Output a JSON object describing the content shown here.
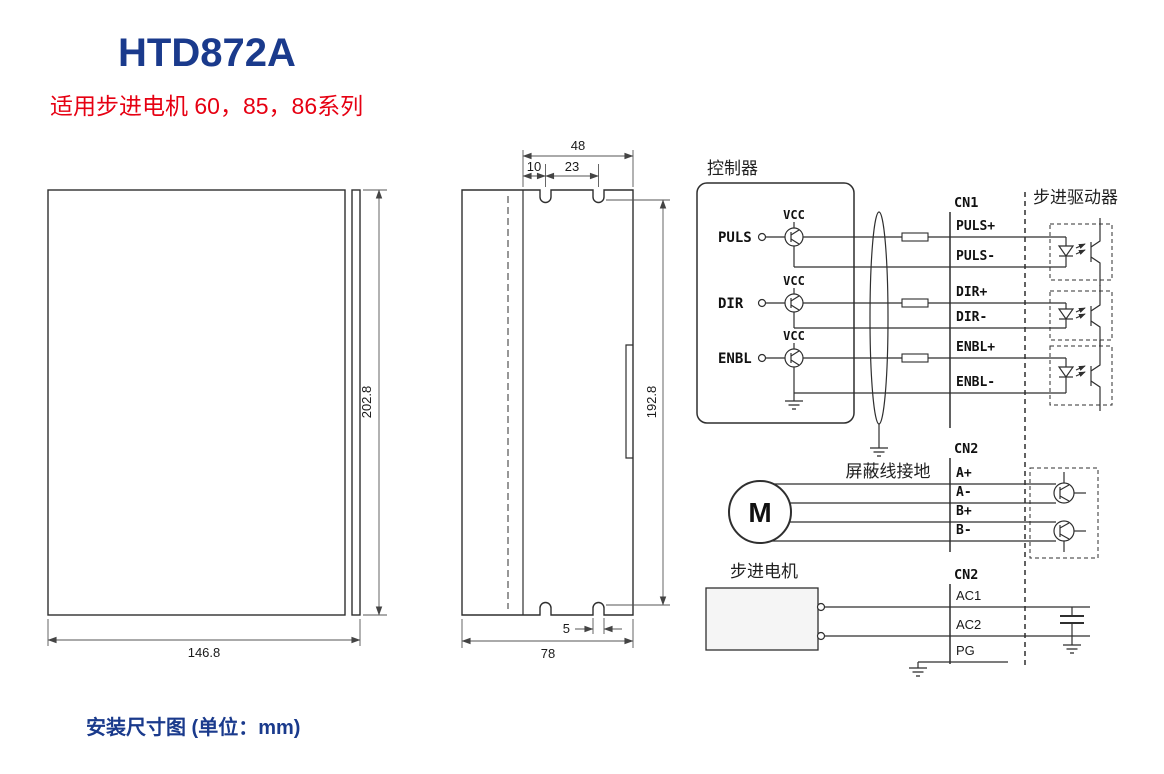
{
  "header": {
    "title": "HTD872A",
    "subtitle": "适用步进电机 60，85，86系列"
  },
  "caption": "安装尺寸图 (单位：mm)",
  "colors": {
    "title_blue": "#1a3a8c",
    "subtitle_red": "#e60012",
    "line_color": "#2f2f2f"
  },
  "front_view": {
    "width_label": "146.8",
    "height_label": "202.8"
  },
  "side_view": {
    "width_label": "78",
    "height_label": "192.8",
    "top_width_label": "48",
    "edge_offset_label": "10",
    "slot_pitch_label": "23",
    "slot_width_label": "5"
  },
  "wiring": {
    "controller_label": "控制器",
    "driver_label": "步进驱动器",
    "shield_label": "屏蔽线接地",
    "motor_label": "步进电机",
    "motor_symbol": "M",
    "controller_inputs": [
      {
        "name": "PULS",
        "vcc": "VCC"
      },
      {
        "name": "DIR",
        "vcc": "VCC"
      },
      {
        "name": "ENBL",
        "vcc": "VCC"
      }
    ],
    "cn1": {
      "label": "CN1",
      "signals": [
        "PULS+",
        "PULS-",
        "DIR+",
        "DIR-",
        "ENBL+",
        "ENBL-"
      ]
    },
    "cn2_motor": {
      "label": "CN2",
      "signals": [
        "A+",
        "A-",
        "B+",
        "B-"
      ]
    },
    "cn2_power": {
      "label": "CN2",
      "signals": [
        "AC1",
        "AC2",
        "PG"
      ]
    }
  }
}
